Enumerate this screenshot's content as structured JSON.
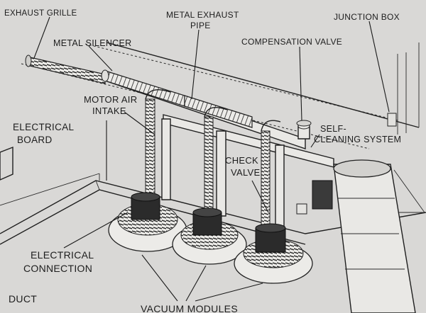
{
  "labels": {
    "exhaust_grille": "EXHAUST GRILLE",
    "metal_silencer": "METAL SILENCER",
    "metal_exhaust_pipe_1": "METAL EXHAUST",
    "metal_exhaust_pipe_2": "PIPE",
    "compensation_valve": "COMPENSATION VALVE",
    "junction_box": "JUNCTION BOX",
    "motor_air_intake_1": "MOTOR AIR",
    "motor_air_intake_2": "INTAKE",
    "electrical_board_1": "ELECTRICAL",
    "electrical_board_2": "BOARD",
    "self_cleaning_1": "SELF-",
    "self_cleaning_2": "CLEANING SYSTEM",
    "check_valve_1": "CHECK",
    "check_valve_2": "VALVE",
    "electrical_connection_1": "ELECTRICAL",
    "electrical_connection_2": "CONNECTION",
    "duct": "DUCT",
    "vacuum_modules": "VACUUM MODULES"
  }
}
